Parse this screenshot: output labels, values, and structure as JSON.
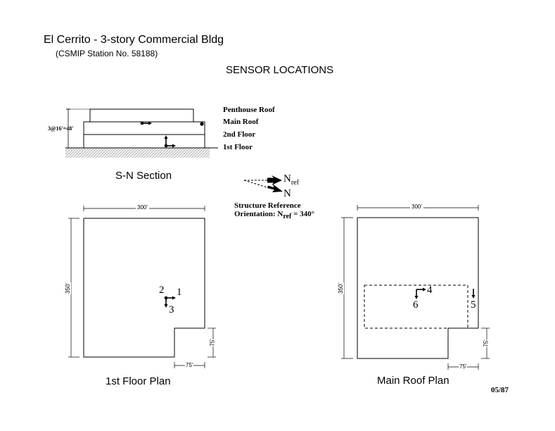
{
  "header": {
    "title": "El Cerrito - 3-story Commercial Bldg",
    "subtitle": "(CSMIP Station No. 58188)",
    "heading": "SENSOR LOCATIONS"
  },
  "section": {
    "caption": "S-N Section",
    "height_dim": "3@16'=48'",
    "levels": [
      "Penthouse Roof",
      "Main Roof",
      "2nd Floor",
      "1st Floor"
    ]
  },
  "orientation": {
    "nref_label": "N",
    "nref_sub": "ref",
    "north_label": "N",
    "line1": "Structure Reference",
    "line2_prefix": "Orientation: N",
    "line2_sub": "ref",
    "line2_suffix": " = 340°"
  },
  "first_floor_plan": {
    "caption": "1st Floor Plan",
    "width_dim": "300'",
    "height_dim": "350'",
    "notch_h_dim": "75'",
    "notch_v_dim": "75'",
    "sensors": [
      "1",
      "2",
      "3"
    ]
  },
  "main_roof_plan": {
    "caption": "Main Roof Plan",
    "width_dim": "300'",
    "height_dim": "350'",
    "notch_h_dim": "75'",
    "notch_v_dim": "75'",
    "sensors": [
      "4",
      "5",
      "6"
    ]
  },
  "footer": {
    "date": "05/87"
  }
}
